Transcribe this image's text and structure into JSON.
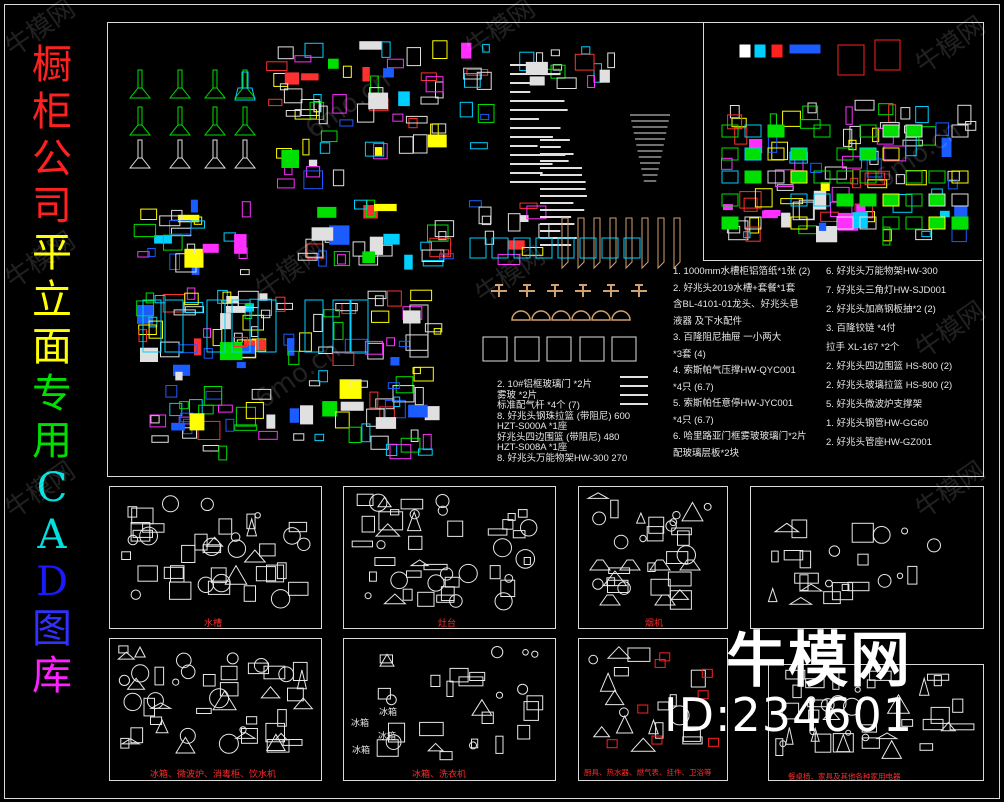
{
  "title_chars": [
    {
      "ch": "橱",
      "color": "#ff2020"
    },
    {
      "ch": "柜",
      "color": "#ff2020"
    },
    {
      "ch": "公",
      "color": "#ff2020"
    },
    {
      "ch": "司",
      "color": "#ff2020"
    },
    {
      "ch": "平",
      "color": "#ffff00"
    },
    {
      "ch": "立",
      "color": "#ffff00"
    },
    {
      "ch": "面",
      "color": "#ffff00"
    },
    {
      "ch": "专",
      "color": "#00e000"
    },
    {
      "ch": "用",
      "color": "#00e000"
    },
    {
      "ch": "C",
      "color": "#00e0e0"
    },
    {
      "ch": "A",
      "color": "#00e0e0"
    },
    {
      "ch": "D",
      "color": "#1a1aff"
    },
    {
      "ch": "图",
      "color": "#3030ff"
    },
    {
      "ch": "库",
      "color": "#ff20ff"
    }
  ],
  "notes_left": [
    "2. 10#铝框玻璃门 *2片",
    "雾玻 *2片",
    "标准配气杆 *4个 (7)",
    "8. 好兆头钢珠拉篮 (带阻尼) 600",
    "HZT-S000A *1座",
    "好兆头四边围篮 (带阻尼) 480",
    "HZT-S008A *1座",
    "8. 好兆头万能物架HW-300 270"
  ],
  "notes_mid": [
    "1. 1000mm水槽柜铝箔纸*1张 (2)",
    "2. 好兆头2019水槽+套餐*1套",
    "含BL-4101-01龙头、好兆头皂",
    "液器 及下水配件",
    "3. 百隆阻尼抽屉 一小两大",
    "*3套 (4)",
    "4. 索斯帕气压撑HW-QYC001",
    "*4只 (6.7)",
    "5. 索斯帕任意停HW-JYC001",
    "*4只 (6.7)",
    "6. 哈里路亚门框雾玻玻璃门*2片",
    "配玻璃层板*2块"
  ],
  "notes_right": [
    "6. 好兆头万能物架HW-300",
    "7. 好兆头三角灯HW-SJD001",
    "2. 好兆头加高钢板抽*2 (2)",
    "3. 百隆铰链 *4付",
    "拉手 XL-167 *2个",
    "2. 好兆头四边围篮 HS-800 (2)",
    "2. 好兆头玻璃拉篮 HS-800 (2)",
    "5. 好兆头微波炉支撑架",
    "1. 好兆头钢管HW-GG60",
    "2. 好兆头管座HW-GZ001"
  ],
  "panel_captions": [
    "水槽",
    "灶台",
    "烟机",
    "",
    "冰箱、微波炉、消毒柜、饮水机",
    "冰箱、洗衣机",
    "厨具、热水器、燃气表、挂件、卫浴等",
    "餐桌椅、家具及其他各种家用电器"
  ],
  "fridge_labels": [
    "冰箱",
    "冰箱",
    "冰箱",
    "冰箱"
  ],
  "watermark": {
    "brand": "牛模网",
    "id": "ID:234601"
  },
  "watermark_tiles": [
    "牛模网",
    "牛模网",
    "牛模网",
    "牛模网",
    "牛模网",
    "牛模网",
    "牛模网",
    "牛模网",
    "牛模网",
    "6mo.cn",
    "6mo.cn",
    "6mo.cn"
  ]
}
